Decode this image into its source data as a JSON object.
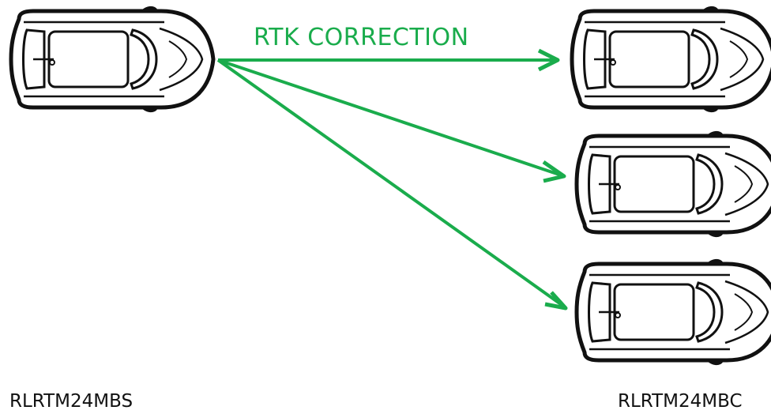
{
  "diagram": {
    "title": "RTK CORRECTION",
    "base_label": "RLRTM24MBS",
    "rover_label": "RLRTM24MBC",
    "colors": {
      "arrow": "#1aac4c",
      "outline": "#111111",
      "background": "#ffffff"
    },
    "nodes": [
      {
        "id": "base-car",
        "icon": "car-top-view-icon"
      },
      {
        "id": "rover-car-1",
        "icon": "car-top-view-icon"
      },
      {
        "id": "rover-car-2",
        "icon": "car-top-view-icon"
      },
      {
        "id": "rover-car-3",
        "icon": "car-top-view-icon"
      }
    ],
    "edges": [
      {
        "from": "base-car",
        "to": "rover-car-1"
      },
      {
        "from": "base-car",
        "to": "rover-car-2"
      },
      {
        "from": "base-car",
        "to": "rover-car-3"
      }
    ]
  }
}
